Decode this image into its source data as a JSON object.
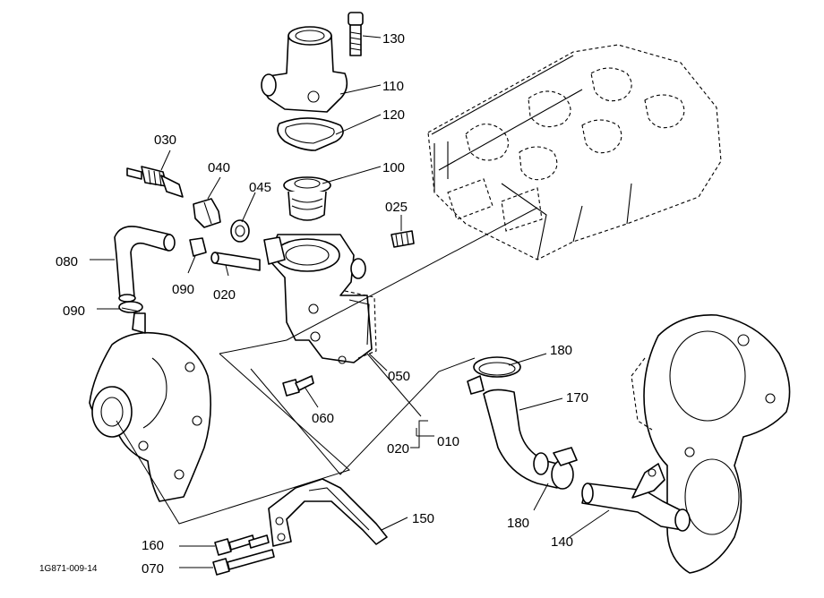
{
  "labels": {
    "p130": "130",
    "p110": "110",
    "p120": "120",
    "p030": "030",
    "p040": "040",
    "p045": "045",
    "p100": "100",
    "p025": "025",
    "p080": "080",
    "p090a": "090",
    "p090b": "090",
    "p020a": "020",
    "p020b": "020",
    "p050": "050",
    "p060": "060",
    "p010": "010",
    "p180a": "180",
    "p180b": "180",
    "p170": "170",
    "p140": "140",
    "p150": "150",
    "p160": "160",
    "p070": "070"
  },
  "drawing_code": "1G871-009-14"
}
